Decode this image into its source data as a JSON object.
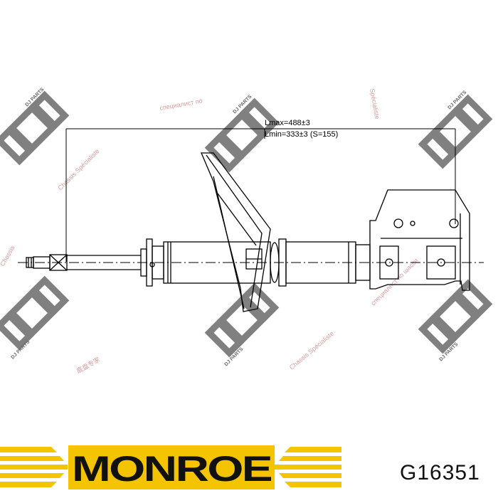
{
  "drawing": {
    "lmax_label": "Lmax=488±3",
    "lmin_label": "Lmin=333±3 (S=155)"
  },
  "watermarks": {
    "brand_small": "DJ PARTS",
    "texts": [
      "Chassis Spécialiste",
      "специалист по",
      "Chassis Spécialiste",
      "специалист по шасси",
      "Spécialiste",
      "Chassis",
      "底盘专家"
    ]
  },
  "logo": {
    "brand": "MONROE"
  },
  "part_number": "G16351",
  "colors": {
    "line": "#000000",
    "watermark_logo": "#6a6a6a",
    "watermark_text": "#d08a8a",
    "brand_yellow": "#f5c400",
    "brand_dark": "#111111"
  }
}
